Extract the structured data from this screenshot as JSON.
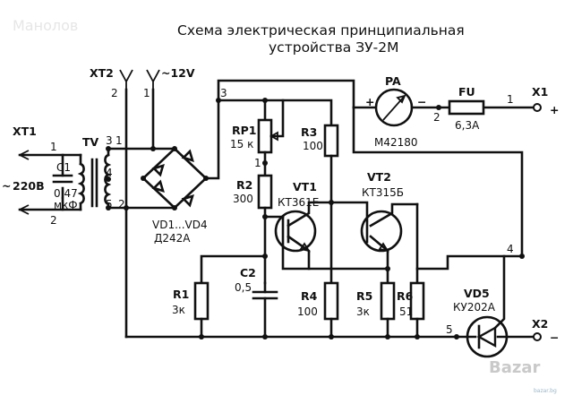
{
  "watermark": "Манолов",
  "title": {
    "line1": "Схема электрическая принципиальная",
    "line2": "устройства ЗУ-2М"
  },
  "connectors": {
    "xt1": "XT1",
    "xt2": "XT2",
    "ac12": "~12V",
    "x1": "X1",
    "x1_sign": "+",
    "x2": "X2",
    "x2_sign": "−"
  },
  "mains": {
    "voltage": "220В",
    "tilde": "~"
  },
  "parts": {
    "tv": "TV",
    "c1": "C1",
    "c1_val1": "0,47",
    "c1_val2": "мкФ",
    "bridge": "VD1...VD4",
    "bridge_type": "Д242А",
    "rp1": "RP1",
    "rp1_val": "15 к",
    "r2": "R2",
    "r2_val": "300",
    "r3": "R3",
    "r3_val": "100",
    "vt1": "VT1",
    "vt1_type": "КТ361Е",
    "vt2": "VT2",
    "vt2_type": "КТ315Б",
    "pa": "PA",
    "pa_type": "М42180",
    "pa_plus": "+",
    "pa_minus": "−",
    "fu": "FU",
    "fu_val": "6,3А",
    "c2": "C2",
    "c2_val": "0,5",
    "r1": "R1",
    "r1_val": "3к",
    "r4": "R4",
    "r4_val": "100",
    "r5": "R5",
    "r5_val": "3к",
    "r6": "R6",
    "r6_val": "51",
    "vd5": "VD5",
    "vd5_type": "КУ202А"
  },
  "nodes": {
    "n1": "1",
    "n2": "2",
    "n3": "3",
    "n4": "4",
    "n5": "5"
  },
  "logo": {
    "brand": "Bazar",
    "site": "bazar.bg"
  }
}
